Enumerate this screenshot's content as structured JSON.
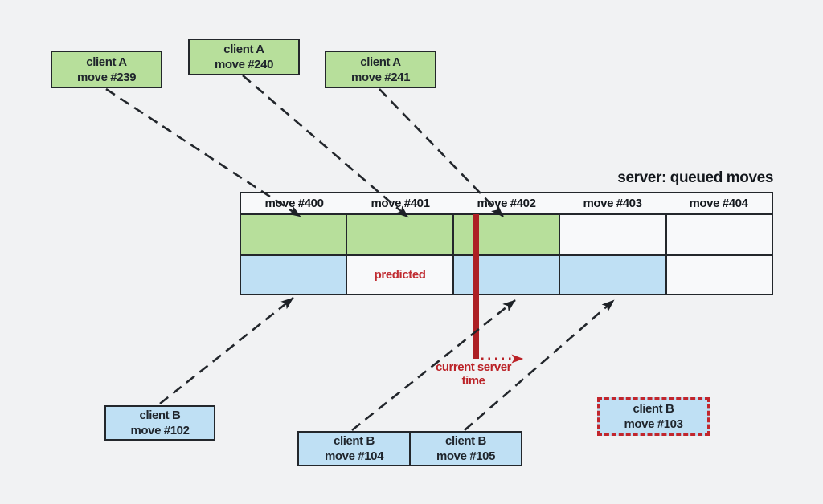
{
  "colors": {
    "background": "#f1f2f3",
    "surface": "#f8f9fa",
    "green": "#b7df9b",
    "blue": "#bfe0f4",
    "red": "#b82126",
    "ink": "#1f252c",
    "border": "#23272b"
  },
  "server": {
    "title": "server: queued moves",
    "columns": [
      "move #400",
      "move #401",
      "move #402",
      "move #403",
      "move #404"
    ],
    "rows": [
      {
        "fills": [
          "green",
          "green",
          "green",
          "none",
          "none"
        ]
      },
      {
        "fills": [
          "blue",
          "none",
          "blue",
          "blue",
          "none"
        ]
      }
    ],
    "predicted_label": "predicted"
  },
  "timeline": {
    "label_line1": "current server",
    "label_line2": "time"
  },
  "client_a": {
    "boxes": [
      {
        "client": "client A",
        "move": "move #239"
      },
      {
        "client": "client A",
        "move": "move #240"
      },
      {
        "client": "client A",
        "move": "move #241"
      }
    ]
  },
  "client_b": {
    "boxes": [
      {
        "client": "client B",
        "move": "move #102"
      },
      {
        "client": "client B",
        "move": "move #104"
      },
      {
        "client": "client B",
        "move": "move #105"
      },
      {
        "client": "client B",
        "move": "move #103"
      }
    ]
  }
}
